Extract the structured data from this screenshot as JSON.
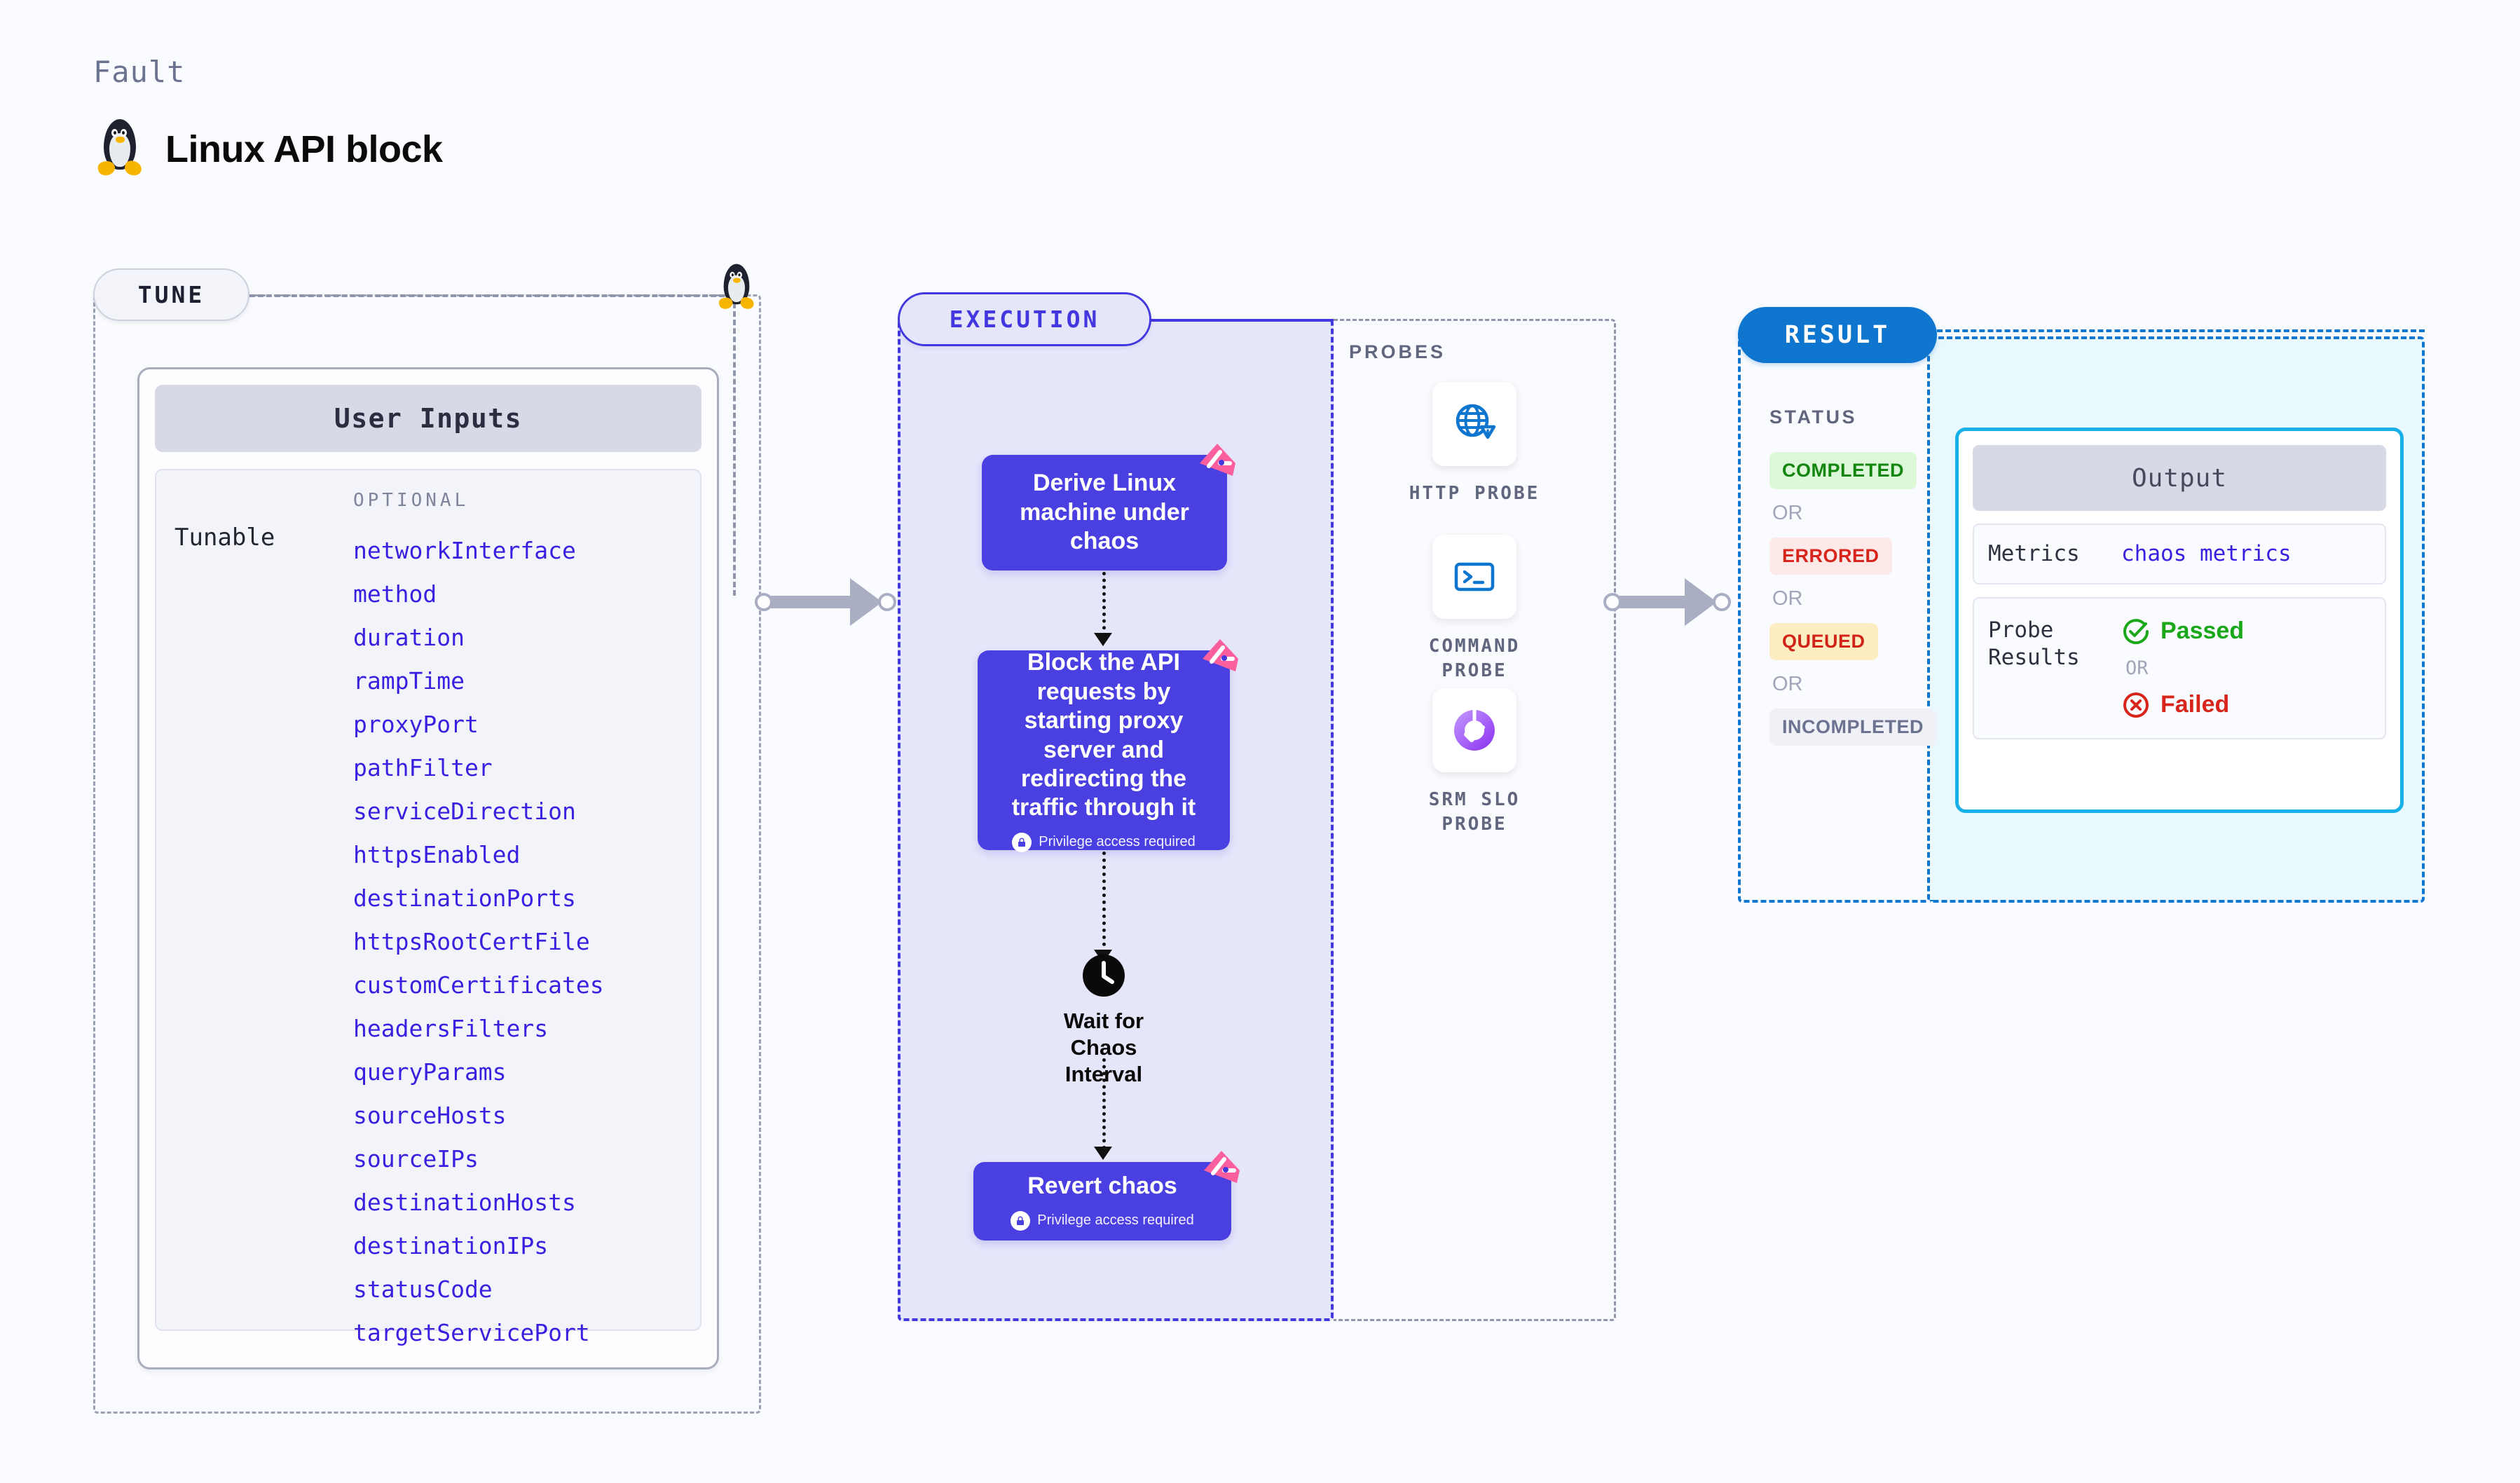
{
  "header": {
    "kicker": "Fault",
    "title": "Linux API block",
    "icon": "linux-penguin-icon"
  },
  "tune": {
    "pill_label": "TUNE",
    "card_title": "User Inputs",
    "row_label": "Tunable",
    "group_label": "OPTIONAL",
    "tunables": [
      "networkInterface",
      "method",
      "duration",
      "rampTime",
      "proxyPort",
      "pathFilter",
      "serviceDirection",
      "httpsEnabled",
      "destinationPorts",
      "httpsRootCertFile",
      "customCertificates",
      "headersFilters",
      "queryParams",
      "sourceHosts",
      "sourceIPs",
      "destinationHosts",
      "destinationIPs",
      "statusCode",
      "targetServicePort"
    ]
  },
  "execution": {
    "pill_label": "EXECUTION",
    "nodes": [
      {
        "title": "Derive Linux machine under chaos",
        "privilege": null,
        "badge": "fault-badge-icon"
      },
      {
        "title": "Block the API requests by starting proxy server and redirecting the traffic through it",
        "privilege": "Privilege access required",
        "badge": "fault-badge-icon"
      },
      {
        "title": "Revert chaos",
        "privilege": "Privilege access required",
        "badge": "fault-badge-icon"
      }
    ],
    "wait_step": {
      "label": "Wait for Chaos Interval",
      "icon": "clock-icon"
    }
  },
  "probes": {
    "title": "PROBES",
    "items": [
      {
        "label": "HTTP PROBE",
        "icon": "globe-warning-icon"
      },
      {
        "label": "COMMAND PROBE",
        "icon": "terminal-icon"
      },
      {
        "label": "SRM SLO PROBE",
        "icon": "slo-donut-icon"
      }
    ]
  },
  "result": {
    "pill_label": "RESULT",
    "status_title": "STATUS",
    "or_label": "OR",
    "statuses": [
      {
        "label": "COMPLETED",
        "variant": "b-completed"
      },
      {
        "label": "ERRORED",
        "variant": "b-errored"
      },
      {
        "label": "QUEUED",
        "variant": "b-queued"
      },
      {
        "label": "INCOMPLETED",
        "variant": "b-incomplete"
      }
    ]
  },
  "output": {
    "card_title": "Output",
    "metrics_key": "Metrics",
    "metrics_value": "chaos metrics",
    "probe_key": "Probe Results",
    "passed_label": "Passed",
    "failed_label": "Failed",
    "or_label": "OR"
  },
  "colors": {
    "accent_indigo": "#4a3fe0",
    "accent_blue": "#0f76d0",
    "accent_cyan": "#18b0e8",
    "link_blue": "#3b1fe0",
    "fault_pink": "#fb5f9e",
    "pass_green": "#1aa81a",
    "fail_red": "#d8251c",
    "background": "#fafbfe"
  }
}
